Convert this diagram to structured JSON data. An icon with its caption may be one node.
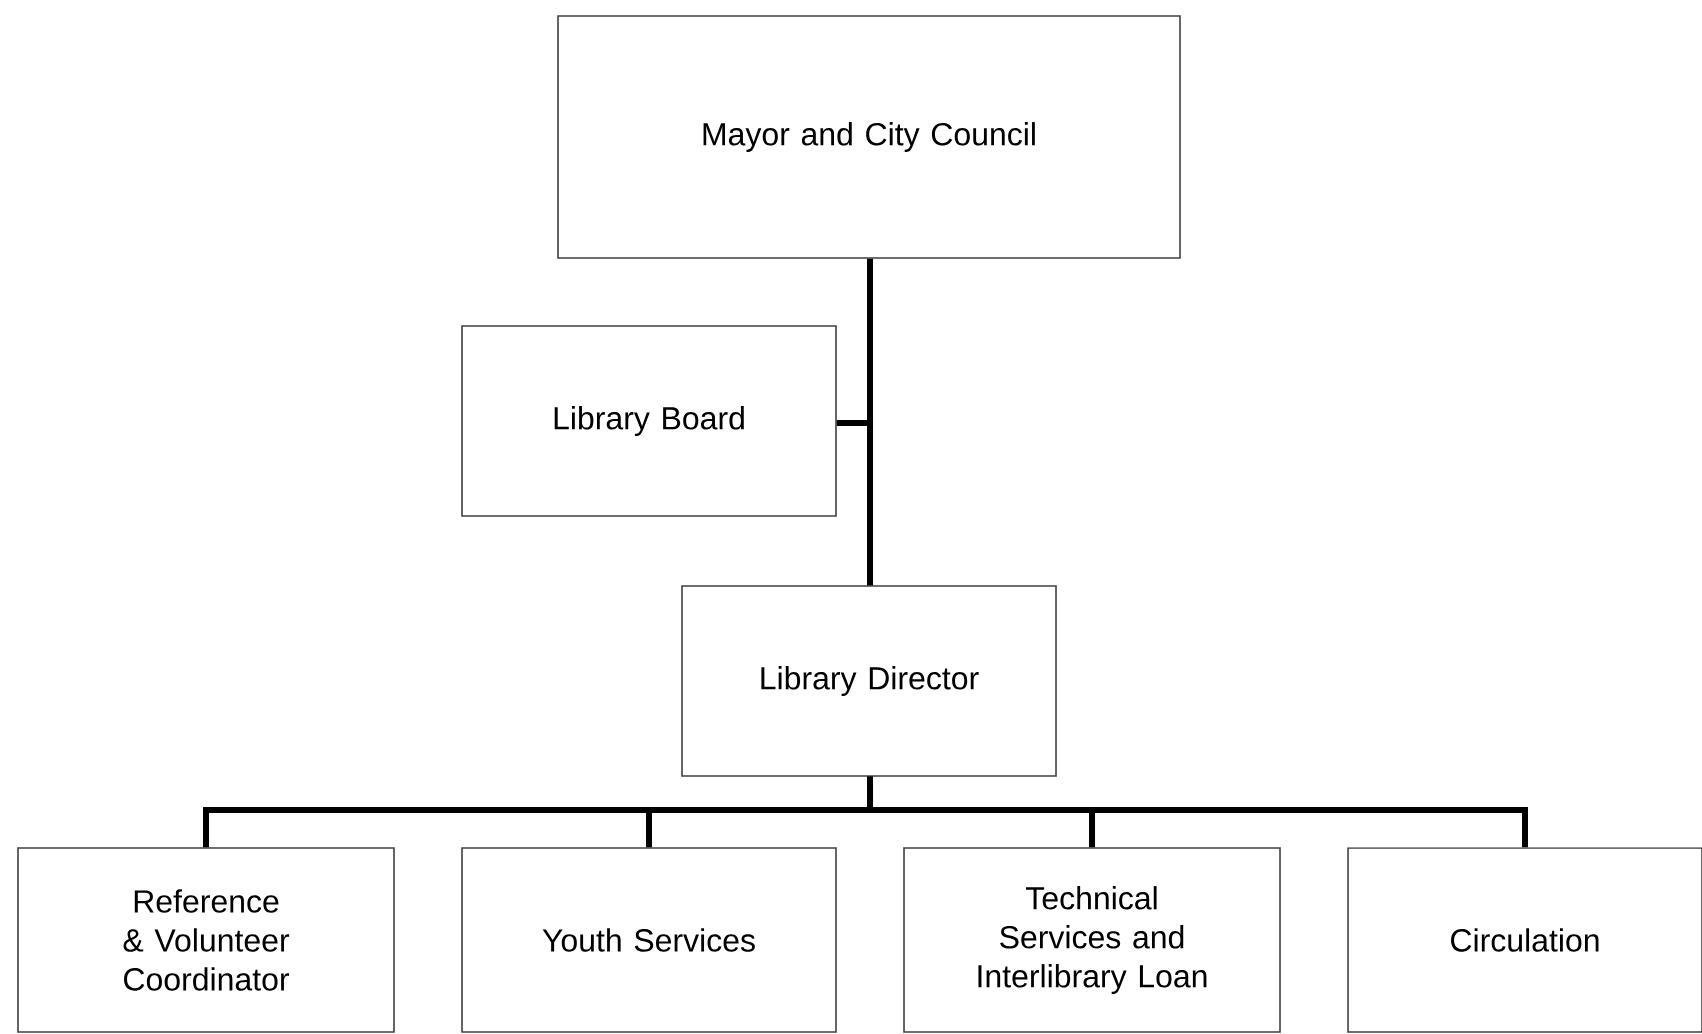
{
  "diagram": {
    "nodes": [
      {
        "text": [
          "Mayor and City Council"
        ]
      },
      {
        "text": [
          "Library Board"
        ]
      },
      {
        "text": [
          "Library Director"
        ]
      },
      {
        "text": [
          "Reference & Volunteer Coordinator"
        ]
      },
      {
        "text": [
          "Youth Services"
        ]
      },
      {
        "text": [
          "Technical Services and Interlibrary Loan"
        ]
      },
      {
        "text": [
          "Circulation"
        ]
      }
    ],
    "edges": [
      {
        "from": 0,
        "to": 2,
        "arrow": "none"
      },
      {
        "from": 1,
        "to": 2,
        "arrow": "none"
      },
      {
        "from": 2,
        "to": 3,
        "arrow": "none"
      },
      {
        "from": 2,
        "to": 4,
        "arrow": "none"
      },
      {
        "from": 2,
        "to": 5,
        "arrow": "none"
      },
      {
        "from": 2,
        "to": 6,
        "arrow": "none"
      }
    ]
  }
}
